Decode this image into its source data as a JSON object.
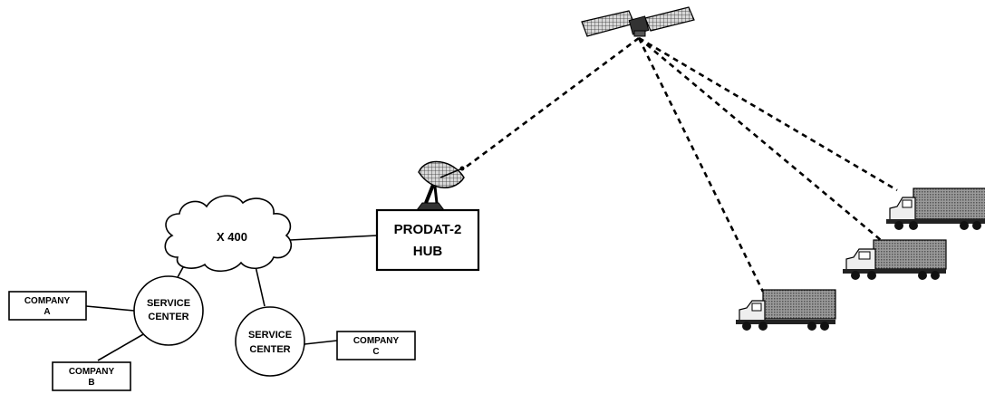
{
  "cloud": {
    "label": "X 400"
  },
  "hub": {
    "line1": "PRODAT-2",
    "line2": "HUB"
  },
  "service_centers": [
    {
      "line1": "SERVICE",
      "line2": "CENTER"
    },
    {
      "line1": "SERVICE",
      "line2": "CENTER"
    }
  ],
  "companies": [
    {
      "line1": "COMPANY",
      "line2": "A"
    },
    {
      "line1": "COMPANY",
      "line2": "B"
    },
    {
      "line1": "COMPANY",
      "line2": "C"
    }
  ],
  "icons": {
    "satellite": "satellite-icon",
    "dish": "satellite-dish-icon",
    "truck": "truck-icon"
  }
}
